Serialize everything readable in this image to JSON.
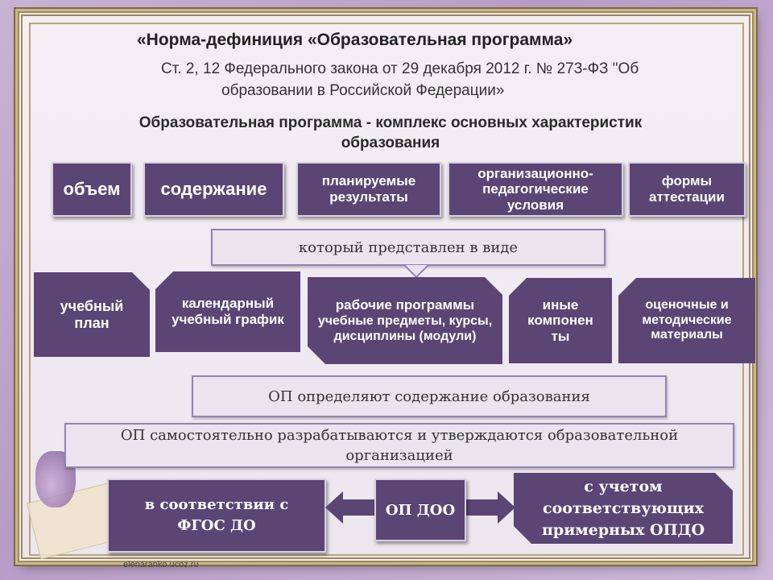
{
  "title": "«Норма-дефиниция «Образовательная программа»",
  "subtitle_line1": "Ст. 2, 12 Федерального закона от 29 декабря 2012 г. № 273-ФЗ \"Об",
  "subtitle_line2": "образовании в Российской Федерации»",
  "heading_line1": "Образовательная программа - комплекс основных характеристик",
  "heading_line2": "образования",
  "characteristics": [
    "объем",
    "содержание",
    "планируемые результаты",
    "организационно-педагогические условия",
    "формы аттестации"
  ],
  "represented_as": "который представлен в виде",
  "components": [
    "учебный план",
    "календарный учебный график",
    "рабочие программы",
    "учебные предметы, курсы, дисциплины (модули)",
    "иные компонен ты",
    "оценочные и методические материалы"
  ],
  "statement1": "ОП определяют содержание образования",
  "statement2_line1": "ОП самостоятельно разрабатываются и утверждаются образовательной",
  "statement2_line2": "организацией",
  "bottom_left": "в соответствии с ФГОС ДО",
  "bottom_center": "ОП ДОО",
  "bottom_right": "с учетом соответствующих примерных ОПДО",
  "source": "elenaranko.ucoz.ru",
  "colors": {
    "box": "#5b4574",
    "light_box": "#e9e4ee",
    "frame": "#a08a5c"
  }
}
